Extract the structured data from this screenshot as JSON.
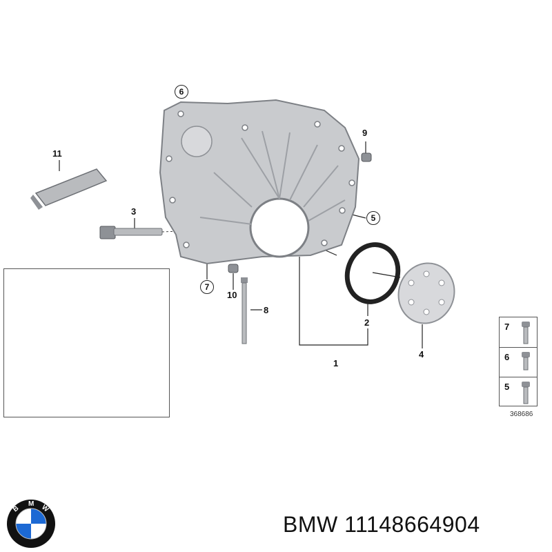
{
  "callouts": {
    "c1": "1",
    "c2": "2",
    "c3": "3",
    "c4": "4",
    "c5": "5",
    "c6": "6",
    "c7": "7",
    "c8": "8",
    "c9": "9",
    "c10": "10",
    "c11": "11"
  },
  "legend": {
    "rows": [
      {
        "label": "7"
      },
      {
        "label": "6"
      },
      {
        "label": "5"
      }
    ]
  },
  "drawing_number": "368686",
  "caption": "BMW 11148664904",
  "logo": {
    "name": "bmw-roundel",
    "text": "BMW",
    "colors": {
      "ring": "#111111",
      "blue": "#1c69d4",
      "white": "#ffffff",
      "gold": "#c9b23a"
    }
  },
  "colors": {
    "part_gray": "#c9cbce",
    "part_dark": "#8e9196",
    "highlight": "#c9b23a"
  }
}
